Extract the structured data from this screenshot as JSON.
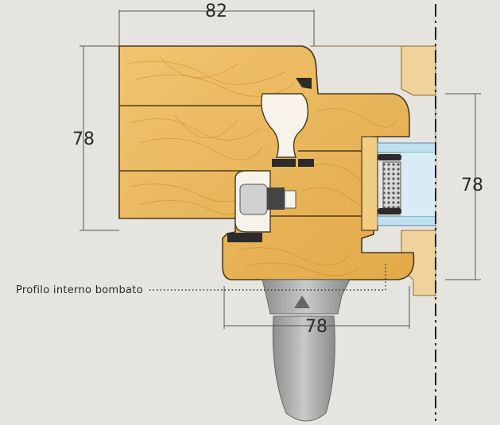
{
  "dimensions": {
    "top_width": "82",
    "left_height": "78",
    "right_height": "78",
    "bottom_width": "78"
  },
  "annotation": {
    "label": "Profilo interno bombato"
  },
  "colors": {
    "background": "#e6e4de",
    "wood_main": "#e9b85c",
    "wood_light": "#f2cc7f",
    "wood_outer": "#efd39a",
    "glass": "#bfe1ef",
    "gasket": "#2b2b2b",
    "spacer": "#7a7a7a",
    "handle": "#a9a9a9"
  }
}
